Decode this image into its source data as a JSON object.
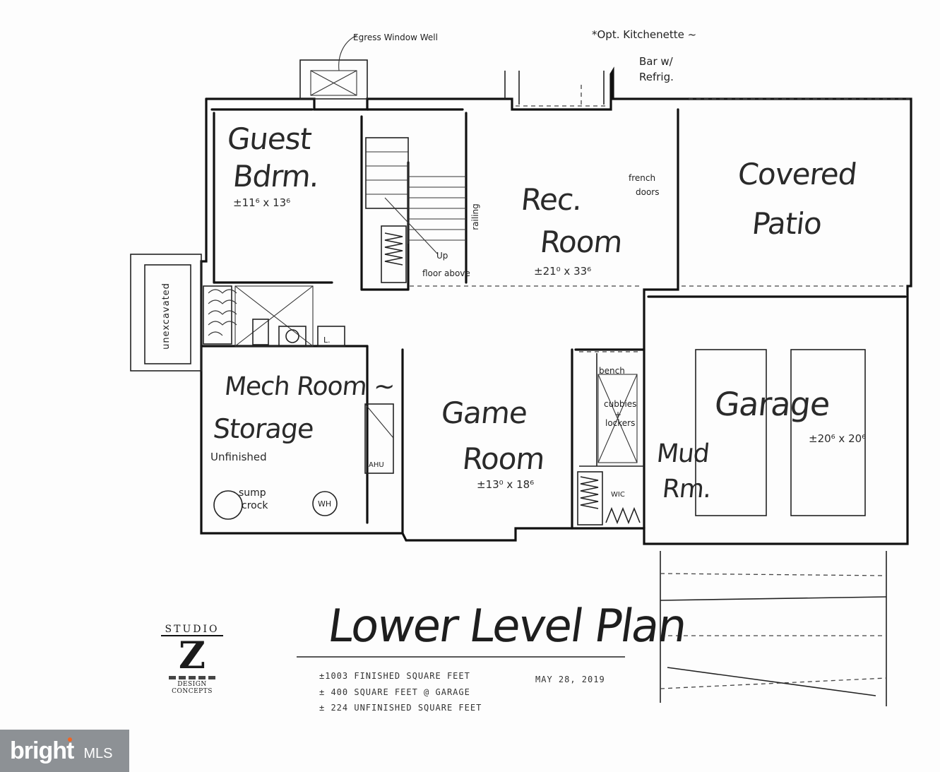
{
  "rooms": {
    "guest_bedroom": {
      "name_line1": "Guest",
      "name_line2": "Bdrm.",
      "dims": "±11⁶ x 13⁶"
    },
    "rec_room": {
      "name_line1": "Rec.",
      "name_line2": "Room",
      "dims": "±21⁰ x 33⁶"
    },
    "covered_patio": {
      "name_line1": "Covered",
      "name_line2": "Patio"
    },
    "mech_room": {
      "name_line1": "Mech Room ~",
      "name_line2": "Storage",
      "note": "Unfinished"
    },
    "game_room": {
      "name_line1": "Game",
      "name_line2": "Room",
      "dims": "±13⁰ x 18⁶"
    },
    "garage": {
      "name": "Garage",
      "dims": "±20⁶ x 20⁶"
    },
    "mud_room": {
      "name_line1": "Mud",
      "name_line2": "Rm."
    }
  },
  "annotations": {
    "egress": "Egress Window Well",
    "kitchenette_line1": "*Opt. Kitchenette ~",
    "kitchenette_line2": "Bar w/",
    "kitchenette_line3": "Refrig.",
    "french_doors_line1": "french",
    "french_doors_line2": "doors",
    "railing": "railing",
    "stairs_up": "Up",
    "floor_above": "floor above",
    "unexcavated": "unexcavated",
    "bench": "bench",
    "cubbies_line1": "cubbies",
    "cubbies_line2": "+",
    "cubbies_line3": "lockers",
    "wic": "WIC",
    "ahu": "AHU",
    "laundry": "L.",
    "sump_line1": "sump",
    "sump_line2": "crock",
    "water_heater": "WH"
  },
  "title": {
    "main": "Lower Level Plan",
    "line1": "±1003 FINISHED SQUARE FEET",
    "date": "MAY 28, 2019",
    "line2": "± 400 SQUARE FEET @ GARAGE",
    "line3": "± 224 UNFINISHED SQUARE FEET"
  },
  "logo": {
    "top": "STUDIO",
    "letter": "Z",
    "bottom": "DESIGN CONCEPTS"
  },
  "badge": {
    "brand": "bright",
    "mls": "MLS",
    "dot_color": "#f26522"
  }
}
